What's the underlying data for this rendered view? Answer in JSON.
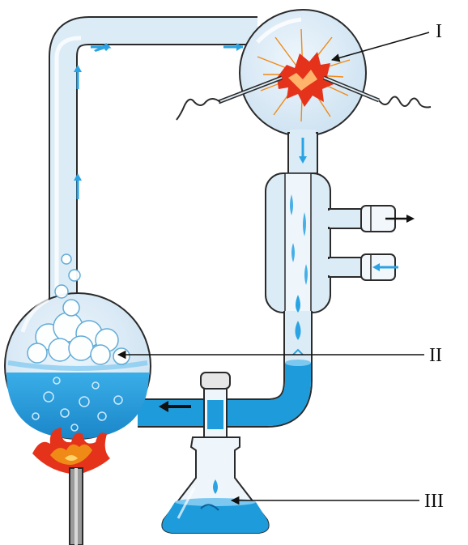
{
  "labels": {
    "label_1": "I",
    "label_2": "II",
    "label_3": "III"
  },
  "colors": {
    "tube_outline": "#2a2a2a",
    "glass": "#dcecf7",
    "water": "#1e9bdb",
    "water_light": "#7cc8f0",
    "arrow_flow": "#29a3e3",
    "spark": "#e4321b",
    "flame": "#f08a17",
    "leader_line": "#111111"
  },
  "icons": [
    "spark-icon",
    "flame-icon",
    "flow-arrow-icon",
    "electrode-coil-icon"
  ]
}
